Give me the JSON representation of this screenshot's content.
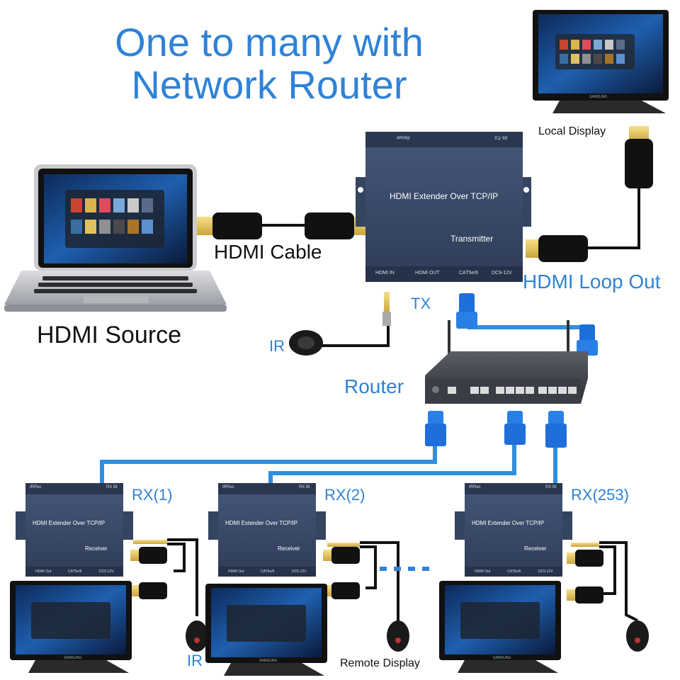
{
  "title": {
    "line1": "One to many with",
    "line2": "Network Router"
  },
  "labels": {
    "local_display": "Local Display",
    "hdmi_cable": "HDMI Cable",
    "hdmi_source": "HDMI Source",
    "hdmi_loop_out": "HDMI Loop Out",
    "tx": "TX",
    "ir_top": "IR",
    "router": "Router",
    "rx1": "RX(1)",
    "rx2": "RX(2)",
    "rx253": "RX(253)",
    "ir_bottom": "IR",
    "remote_display": "Remote Display"
  },
  "transmitter": {
    "title": "HDMI Extender Over TCP/IP",
    "role": "Transmitter",
    "top_reset": "Reset",
    "top_irtx": "IR-TX",
    "port_hdmi_in": "HDMI IN",
    "port_hdmi_out": "HDMI OUT",
    "port_cat": "CAT5e/6",
    "port_dc": "DC9-12V"
  },
  "receiver": {
    "title": "HDMI Extender Over TCP/IP",
    "role": "Receiver",
    "port_hdmi_out": "HDMI Out",
    "port_cat": "CAT5e/6",
    "port_dc": "DC5-12V",
    "top_a": "IRRec",
    "top_b": "RX Bt"
  },
  "monitor_brand": "SAMSUNG",
  "colors": {
    "accent_blue": "#2f82d6",
    "device_body": "#3a4a66",
    "cable_black": "#111111",
    "rj45_blue": "#1e6fd9"
  }
}
